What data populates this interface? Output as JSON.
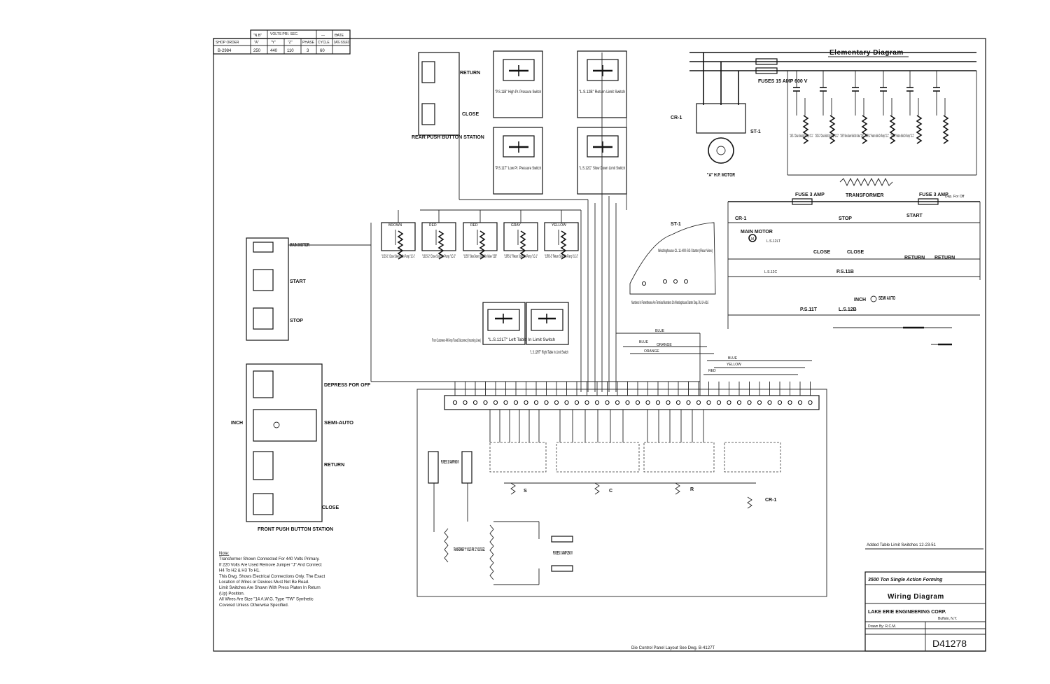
{
  "order_table": {
    "headers": [
      "SHOP ORDER",
      "\"A\"",
      "\"Y\"",
      "\"Z\"",
      "PHASE",
      "CYCLE",
      "DATE ISSUED"
    ],
    "top_headers": [
      "\"N.B\"",
      "VOLTS PRI. SEC.",
      "—",
      "—",
      "DATE"
    ],
    "row": [
      "B-2984",
      "250",
      "440",
      "110",
      "3",
      "60",
      ""
    ]
  },
  "elementary": {
    "title": "Elementary Diagram",
    "fuses": "Fuses 15 Amp 600 V",
    "motor": "\"A\" H.P. Motor",
    "cr": "CR-1",
    "st": "ST-1",
    "solenoids": [
      "\"13CS-1\" Close Solenoid On Pump \"1C-1\"",
      "\"13CS-2\" Close Solid On Pump \"1C-2\"",
      "\"13SS\" Slow Down Solid On Valve \"22B\"",
      "\"13RS-1\" Return Solid On Pump \"1C-1\"",
      "\"13RS-2\" Return Solid On Pump \"1C-2\""
    ],
    "transformer": "Transformer",
    "fuse_3a_left": "Fuse 3 Amp",
    "fuse_3a_right": "Fuse 3 Amp",
    "dep_for_off": "Dep. For Off",
    "stop": "Stop",
    "start": "Start",
    "main_motor": "Main Motor",
    "close": "Close",
    "return": "Return",
    "inch": "Inch",
    "semi_auto": "Semi Auto",
    "ps11b": "P.S.11B",
    "ps11t": "P.S.11T",
    "ls12b": "L.S.12B",
    "ls12c": "L.S.12C",
    "ls12lt": "L.S.12LT"
  },
  "rear_station": {
    "label": "Rear Push Button Station",
    "return": "Return",
    "close": "Close"
  },
  "pressure_switches": [
    "\"P.S.11B\" High Pr. Pressure Switch",
    "\"P.S.11T\" Low Pr. Pressure Switch",
    "\"L.S.12B\" Return Limit Switch",
    "\"L.S.12C\" Slow Down Limit Switch"
  ],
  "solenoid_row": {
    "colors": [
      "BROWN",
      "RED",
      "RED",
      "GRAY",
      "YELLOW"
    ],
    "labels": [
      "\"13CS-1\" Close Solenoid On Pump \"1C-1\"",
      "\"13CS-2\" Close Solid On Pump \"1C-2\"",
      "\"13SS\" Slow Down Solid On Valve \"22B\"",
      "\"13RS-1\" Return Solid On Pump \"1C-1\"",
      "\"13RS-2\" Return Solid On Pump \"1C-2\""
    ]
  },
  "table_limit": {
    "left": "\"L.S.12LT\" Left Table In Limit Switch",
    "right": "\"L.S.12RT\" Right Table In Limit Switch"
  },
  "starter": {
    "id": "ST-1",
    "label": "Westinghouse CL 11-400-SG Starter (Rear View)",
    "note": "Numbers In Parentheses Are Terminal Numbers On Westinghouse Starter Dwg. BU-1-A-816"
  },
  "incoming": "From Customers 400 Amp Fused Disconnect (Incoming Lines)",
  "wire_colors": [
    "BLUE",
    "BLUE",
    "ORANGE",
    "ORANGE",
    "BLUE",
    "YELLOW",
    "RED"
  ],
  "main_motor_station": {
    "main_motor": "Main Motor",
    "start": "Start",
    "stop": "Stop"
  },
  "front_station": {
    "label": "Front Push Button Station",
    "depress": "Depress For Off",
    "inch": "Inch",
    "semi_auto": "Semi-Auto",
    "return": "Return",
    "close": "Close"
  },
  "panel": {
    "fuses_15": "Fuses 15 Amp 600 V",
    "fuses_3": "Fuses 3 Amp 250 V",
    "transformer": "Transformer \"Y\" Volts Pri. \"Z\" Volts Sec.",
    "relays": [
      "S",
      "C",
      "R",
      "CR-1"
    ]
  },
  "notes": [
    "Note:",
    "Transformer Shown Connected For 440 Volts Primary.",
    "If 220 Volts Are Used Remove Jumper \"J\" And Connect",
    "H4 To H2 & H3 To H1.",
    "This Dwg. Shows Electrical Connections Only. The Exact",
    "Location of Wires or Devices Must Not Be Read.",
    "Limit Switches Are Shown With Press Platen In Return",
    "(Up) Position.",
    "All Wires Are Size \"14 A.W.G. Type \"TW\" Synthetic",
    "Covered Unless Otherwise Specified."
  ],
  "revision": "Added Table Limit Switches 12-23-51",
  "title_block": {
    "machine": "3500 Ton Single Action Forming",
    "title": "Wiring Diagram",
    "company": "Lake Erie Engineering Corp.",
    "city": "Buffalo, N.Y.",
    "drawn_by": "Drawn By: R.C.M.",
    "number": "D41278"
  },
  "bottom_note": "Die Control Panel Layout See Dwg. B-4127T"
}
